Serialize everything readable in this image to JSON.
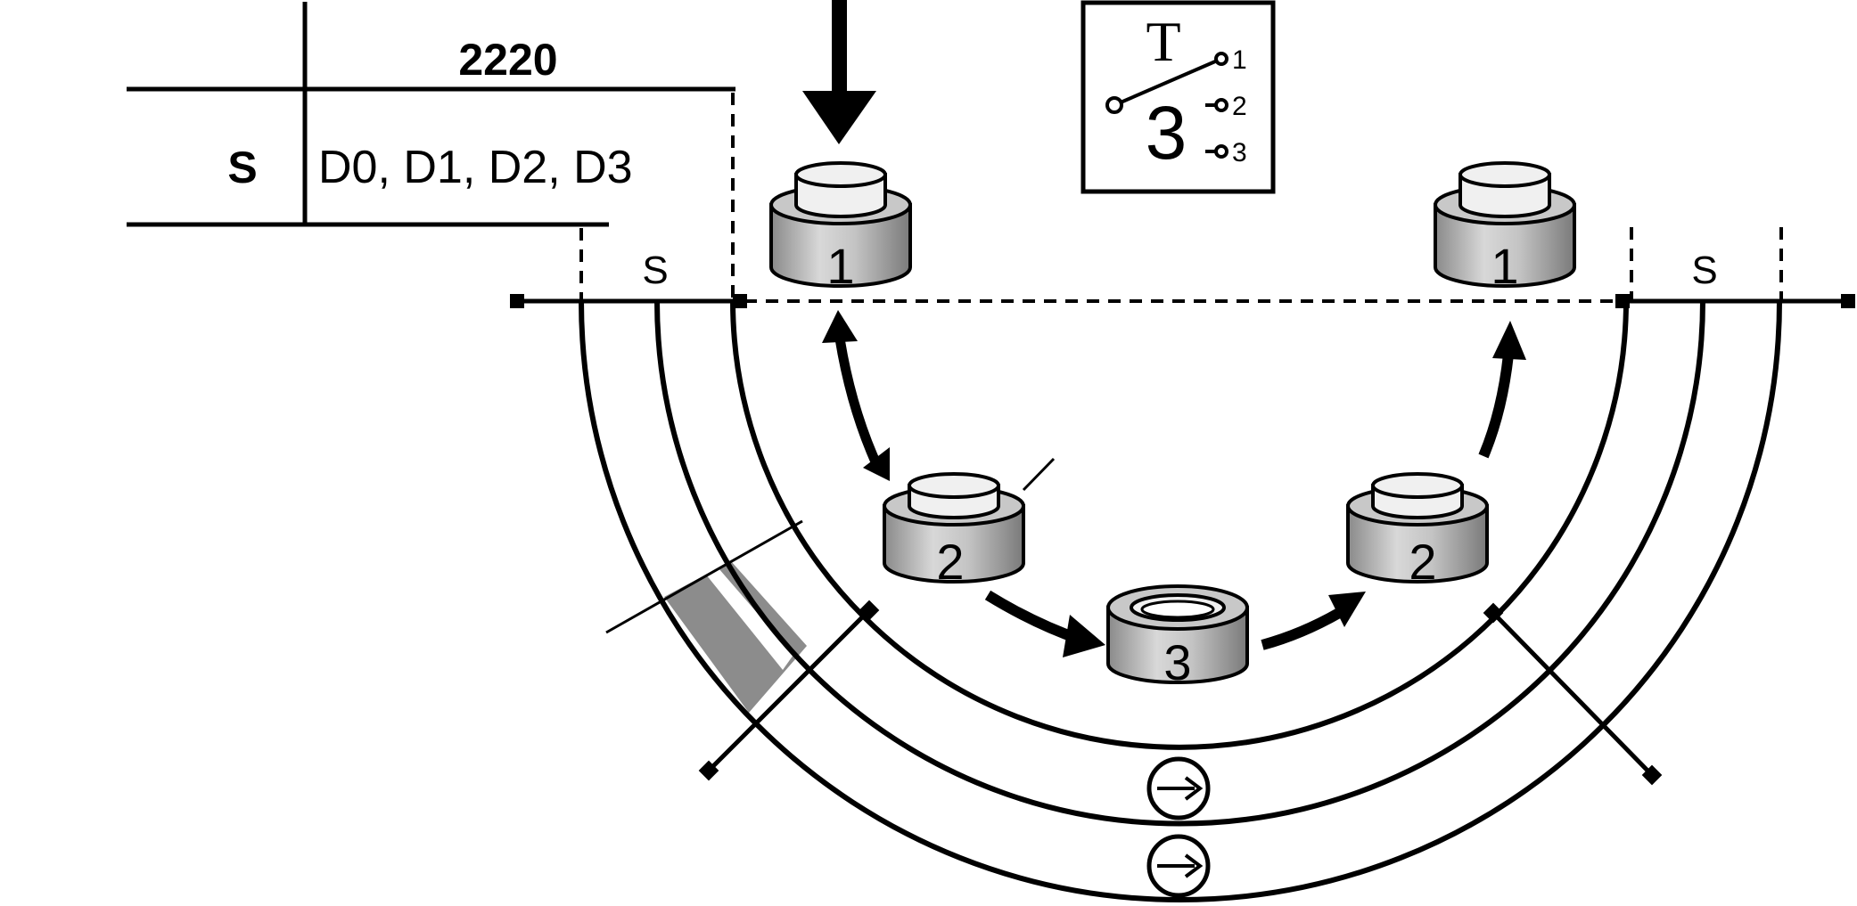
{
  "table": {
    "header": "2220",
    "row_label": "S",
    "row_value": "D0, D1, D2, D3"
  },
  "s_labels": {
    "left": "S",
    "right": "S"
  },
  "switch": {
    "main_number": "3",
    "top_letter": "T",
    "positions": [
      "1",
      "2",
      "3"
    ]
  },
  "stacks": {
    "left_top": "1",
    "left_mid": "2",
    "bottom": "3",
    "right_mid": "2",
    "right_top": "1"
  },
  "icons": [
    "arrow-down-icon",
    "double-arrow-icon",
    "curved-arrow-icon",
    "direction-arrow-icon"
  ],
  "colors": {
    "stack_fill": "#c8c8c8",
    "stack_top": "#f0f0f0",
    "highlight_band": "#909090"
  }
}
